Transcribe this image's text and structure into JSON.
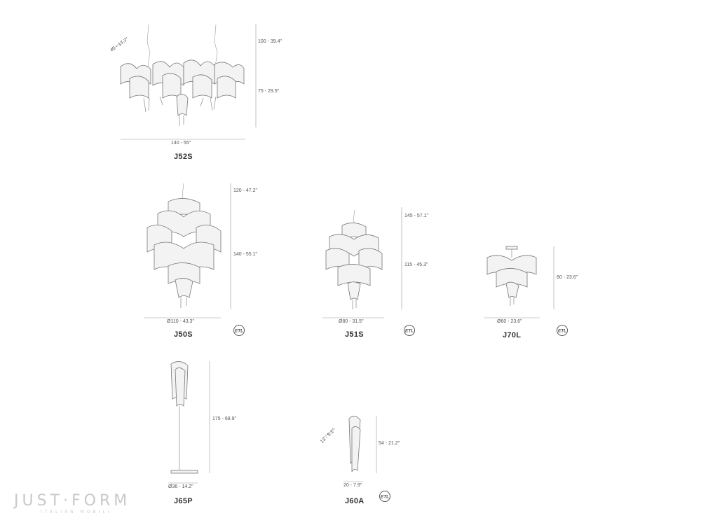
{
  "products": {
    "j52s": {
      "model": "J52S",
      "width": "140 - 55\"",
      "height_top": "100 - 39.4\"",
      "height_body": "75 - 29.5\"",
      "depth": "45 - 17.7\""
    },
    "j50s": {
      "model": "J50S",
      "diameter": "Ø110 - 43.3\"",
      "height_top": "120 - 47.2\"",
      "height_body": "140 - 55.1\""
    },
    "j51s": {
      "model": "J51S",
      "diameter": "Ø80 - 31.5\"",
      "height_top": "145 - 57.1\"",
      "height_body": "115 - 45.3\""
    },
    "j70l": {
      "model": "J70L",
      "diameter": "Ø60 - 23.6\"",
      "height": "60 - 23.6\""
    },
    "j65p": {
      "model": "J65P",
      "diameter": "Ø36 - 14.2\"",
      "height": "175 - 68.9\""
    },
    "j60a": {
      "model": "J60A",
      "width": "20 - 7.9\"",
      "height": "54 - 21.2\"",
      "depth": "13 - 5.1\""
    }
  },
  "certification": {
    "mark": "ETL",
    "icon": "etl-listed-icon"
  },
  "watermark": {
    "brand": "JUST·FORM",
    "tagline": "ITALIAN MOBILI"
  },
  "colors": {
    "background": "#ffffff",
    "drawing": "#777777",
    "text": "#555555",
    "watermark": "#c9c9c9"
  }
}
